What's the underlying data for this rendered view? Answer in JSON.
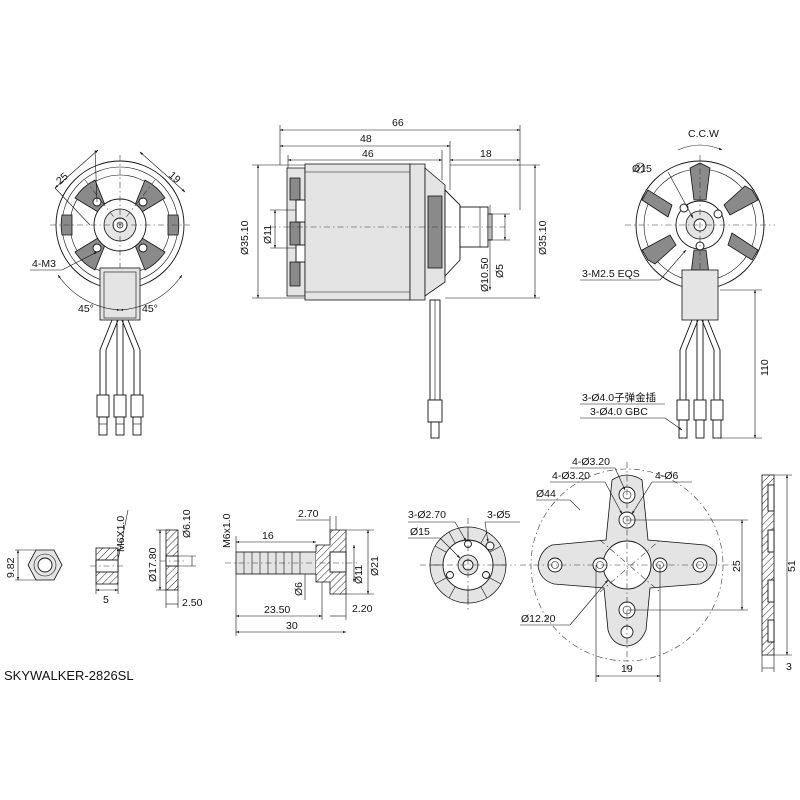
{
  "title": "SKYWALKER-2826SL",
  "rotation_label": "C.C.W",
  "front_view": {
    "dim_top_left": "25",
    "dim_top_right": "19",
    "mount_holes": "4-M3",
    "angle_left": "45°",
    "angle_right": "45°"
  },
  "side_view": {
    "overall_length": "66",
    "bell_length_a": "48",
    "bell_length_b": "46",
    "shaft_length": "18",
    "diameter_left": "Ø35.10",
    "diameter_inner": "Ø11",
    "diameter_right": "Ø35.10",
    "shaft_diameter_a": "Ø10.50",
    "shaft_diameter_b": "Ø5"
  },
  "rear_view": {
    "diameter": "Ø15",
    "screws": "3-M2.5 EQS",
    "lead_length": "110",
    "connector_cn": "3-Ø4.0子弹金插",
    "connector_en": "3-Ø4.0 GBC"
  },
  "nut": {
    "width": "9.82",
    "thread": "M6X1.0",
    "length": "5"
  },
  "washer": {
    "diameter_outer": "Ø17.80",
    "diameter_inner": "Ø6.10",
    "thickness": "2.50"
  },
  "prop_adapter": {
    "thread": "M6x1.0",
    "flange_thickness": "2.70",
    "thread_length": "16",
    "diameter_shaft": "Ø6",
    "diameter_a": "Ø11",
    "diameter_b": "Ø21",
    "length_a": "23.50",
    "length_total": "30",
    "flange_gap": "2.20"
  },
  "collet": {
    "holes_small": "3-Ø2.70",
    "holes_large": "3-Ø5",
    "diameter": "Ø15"
  },
  "mount": {
    "hole_a": "4-Ø3.20",
    "hole_b": "4-Ø3.20",
    "hole_c": "4-Ø6",
    "bolt_circle": "Ø44",
    "center_hole": "Ø12.20",
    "dim_vertical": "25",
    "dim_horizontal": "19",
    "height": "51",
    "thickness": "3"
  }
}
